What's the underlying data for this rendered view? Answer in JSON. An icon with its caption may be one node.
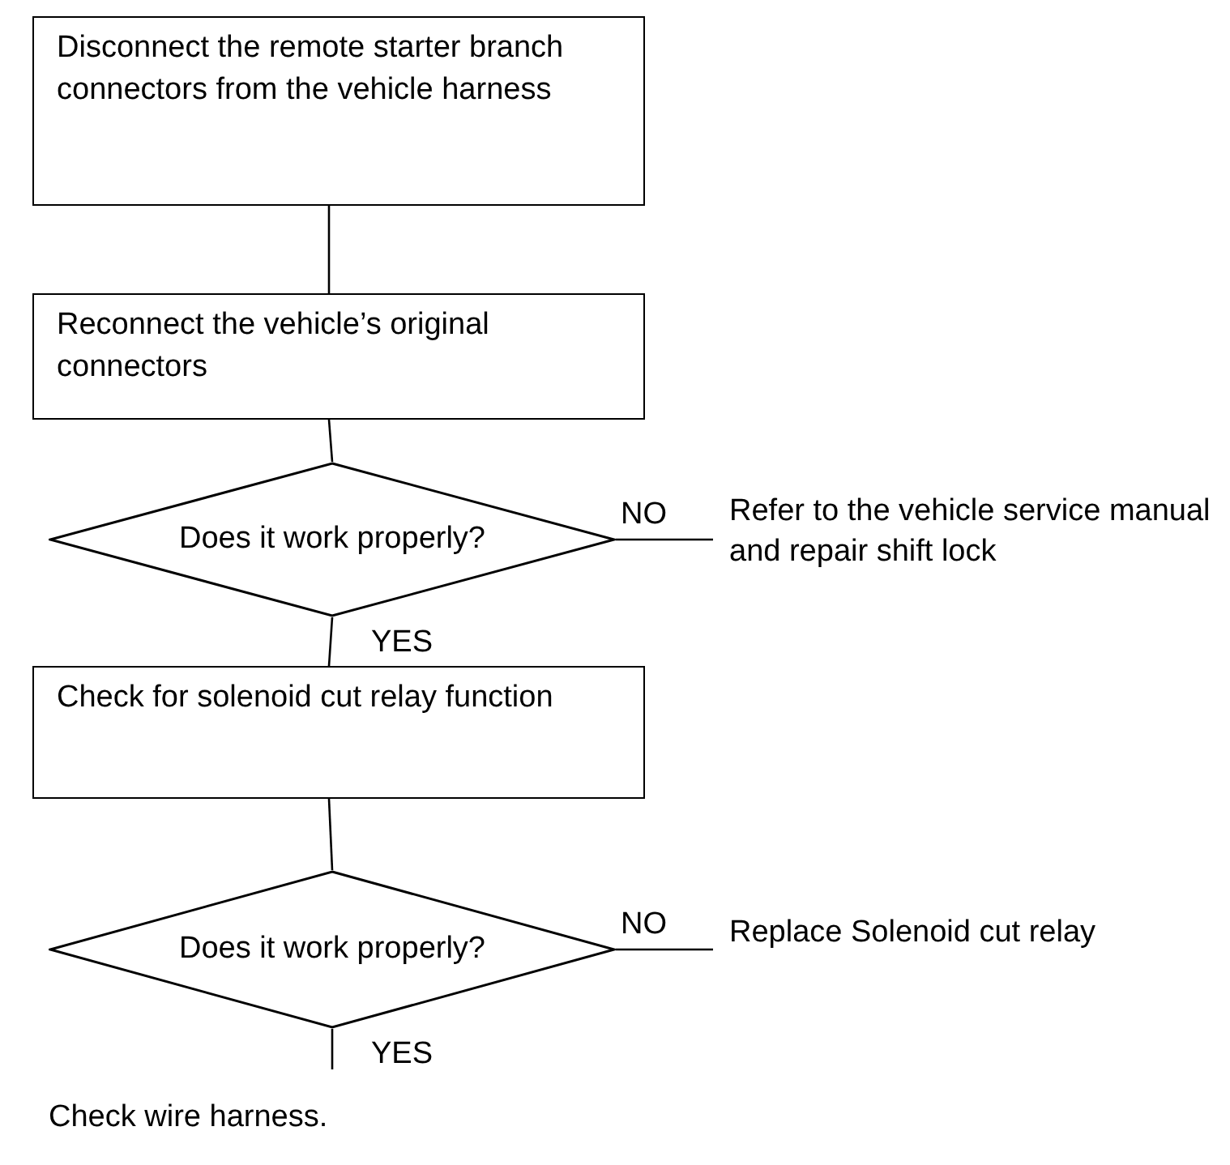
{
  "diagram": {
    "nodes": [
      {
        "text": [
          "Disconnect the remote starter branch connectors from the vehicle harness"
        ]
      },
      {
        "text": [
          "Reconnect the vehicle’s original connectors"
        ]
      },
      {
        "text": [
          "Does it work properly?"
        ]
      },
      {
        "text": [
          "Refer to the vehicle service manual and repair shift lock"
        ]
      },
      {
        "text": [
          "Check for solenoid cut relay function"
        ]
      },
      {
        "text": [
          "Does it work properly?"
        ]
      },
      {
        "text": [
          "Replace Solenoid cut relay"
        ]
      },
      {
        "text": [
          "Check wire harness."
        ]
      }
    ],
    "edges": [
      {
        "from": 0,
        "to": 1,
        "arrow": "none"
      },
      {
        "from": 1,
        "to": 2,
        "arrow": "none"
      },
      {
        "from": 2,
        "to": 3,
        "arrow": "none",
        "label": "NO"
      },
      {
        "from": 2,
        "to": 4,
        "arrow": "none",
        "label": "YES"
      },
      {
        "from": 4,
        "to": 5,
        "arrow": "none"
      },
      {
        "from": 5,
        "to": 6,
        "arrow": "none",
        "label": "NO"
      },
      {
        "from": 5,
        "to": 7,
        "arrow": "none",
        "label": "YES"
      }
    ]
  }
}
